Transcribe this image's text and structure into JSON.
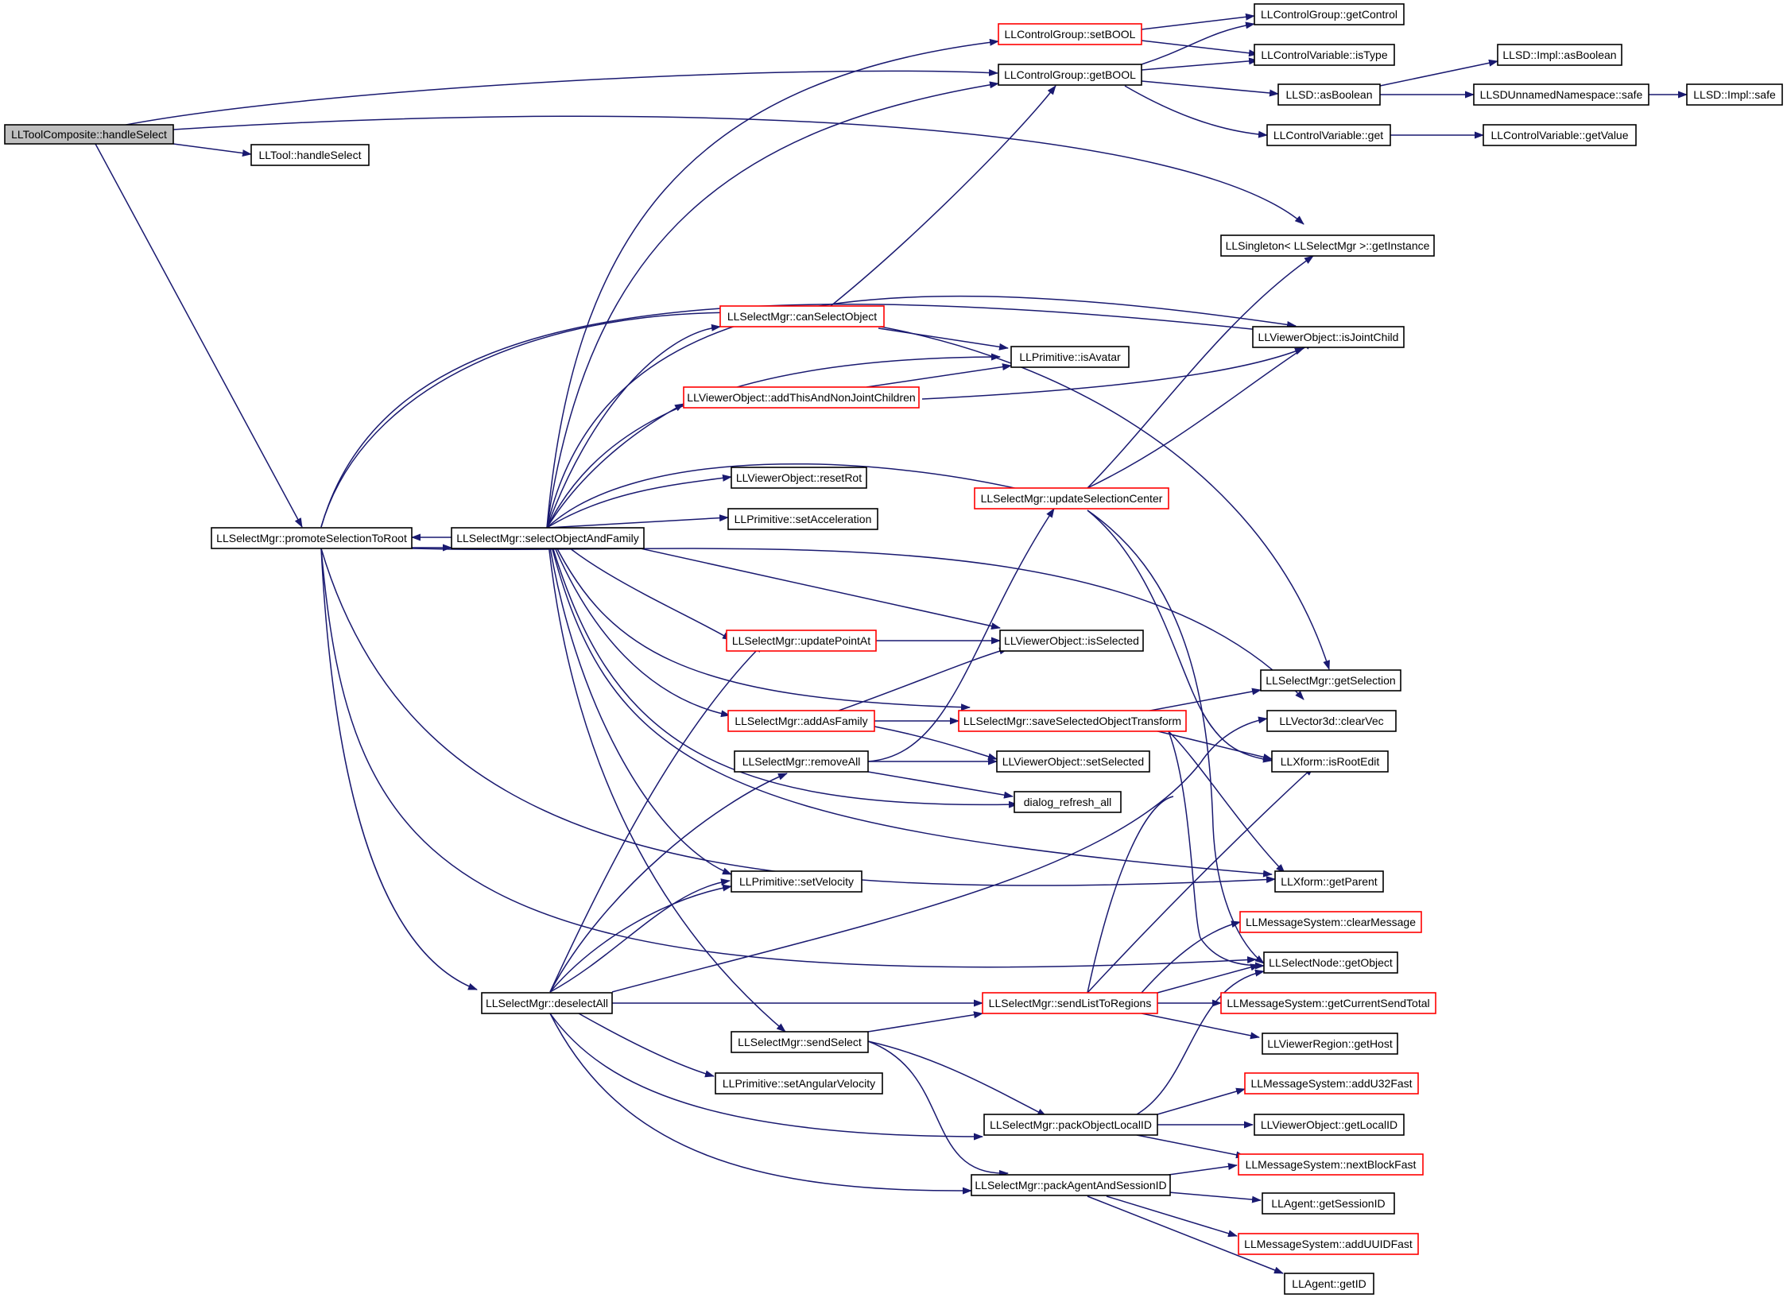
{
  "graph": {
    "edge_color": "#191970",
    "truncated_border_color": "#ff0000",
    "root_fill": "#bfbfbf",
    "nodes": [
      {
        "id": "root",
        "label": "LLToolComposite::handleSelect",
        "style": "root"
      },
      {
        "id": "tool_hs",
        "label": "LLTool::handleSelect",
        "style": "normal"
      },
      {
        "id": "cg_setbool",
        "label": "LLControlGroup::setBOOL",
        "style": "truncated"
      },
      {
        "id": "cg_getbool",
        "label": "LLControlGroup::getBOOL",
        "style": "normal"
      },
      {
        "id": "cg_getcontrol",
        "label": "LLControlGroup::getControl",
        "style": "normal"
      },
      {
        "id": "cv_istype",
        "label": "LLControlVariable::isType",
        "style": "normal"
      },
      {
        "id": "llsd_asbool",
        "label": "LLSD::asBoolean",
        "style": "normal"
      },
      {
        "id": "cv_get",
        "label": "LLControlVariable::get",
        "style": "normal"
      },
      {
        "id": "impl_asbool",
        "label": "LLSD::Impl::asBoolean",
        "style": "normal"
      },
      {
        "id": "unnamed_safe",
        "label": "LLSDUnnamedNamespace::safe",
        "style": "normal"
      },
      {
        "id": "impl_safe",
        "label": "LLSD::Impl::safe",
        "style": "normal"
      },
      {
        "id": "cv_getvalue",
        "label": "LLControlVariable::getValue",
        "style": "normal"
      },
      {
        "id": "singleton",
        "label": "LLSingleton< LLSelectMgr >::getInstance",
        "style": "normal"
      },
      {
        "id": "vo_isjoint",
        "label": "LLViewerObject::isJointChild",
        "style": "normal"
      },
      {
        "id": "sm_canselect",
        "label": "LLSelectMgr::canSelectObject",
        "style": "truncated"
      },
      {
        "id": "prim_isavatar",
        "label": "LLPrimitive::isAvatar",
        "style": "normal"
      },
      {
        "id": "vo_addthis",
        "label": "LLViewerObject::addThisAndNonJointChildren",
        "style": "truncated"
      },
      {
        "id": "vo_resetrot",
        "label": "LLViewerObject::resetRot",
        "style": "normal"
      },
      {
        "id": "prim_setaccel",
        "label": "LLPrimitive::setAcceleration",
        "style": "normal"
      },
      {
        "id": "sm_updcenter",
        "label": "LLSelectMgr::updateSelectionCenter",
        "style": "truncated"
      },
      {
        "id": "sm_promote",
        "label": "LLSelectMgr::promoteSelectionToRoot",
        "style": "normal"
      },
      {
        "id": "sm_selfamily",
        "label": "LLSelectMgr::selectObjectAndFamily",
        "style": "normal"
      },
      {
        "id": "sm_updpoint",
        "label": "LLSelectMgr::updatePointAt",
        "style": "truncated"
      },
      {
        "id": "vo_isselected",
        "label": "LLViewerObject::isSelected",
        "style": "normal"
      },
      {
        "id": "sm_getsel",
        "label": "LLSelectMgr::getSelection",
        "style": "normal"
      },
      {
        "id": "sm_addfamily",
        "label": "LLSelectMgr::addAsFamily",
        "style": "truncated"
      },
      {
        "id": "sm_savexform",
        "label": "LLSelectMgr::saveSelectedObjectTransform",
        "style": "truncated"
      },
      {
        "id": "v3_clear",
        "label": "LLVector3d::clearVec",
        "style": "normal"
      },
      {
        "id": "sm_removeall",
        "label": "LLSelectMgr::removeAll",
        "style": "normal"
      },
      {
        "id": "vo_setselected",
        "label": "LLViewerObject::setSelected",
        "style": "normal"
      },
      {
        "id": "xf_isroot",
        "label": "LLXform::isRootEdit",
        "style": "normal"
      },
      {
        "id": "dlg_refresh",
        "label": "dialog_refresh_all",
        "style": "normal"
      },
      {
        "id": "prim_setvel",
        "label": "LLPrimitive::setVelocity",
        "style": "normal"
      },
      {
        "id": "xf_getparent",
        "label": "LLXform::getParent",
        "style": "normal"
      },
      {
        "id": "ms_clearmsg",
        "label": "LLMessageSystem::clearMessage",
        "style": "truncated"
      },
      {
        "id": "sn_getobj",
        "label": "LLSelectNode::getObject",
        "style": "normal"
      },
      {
        "id": "sm_deselect",
        "label": "LLSelectMgr::deselectAll",
        "style": "normal"
      },
      {
        "id": "sm_sendlist",
        "label": "LLSelectMgr::sendListToRegions",
        "style": "truncated"
      },
      {
        "id": "ms_cursend",
        "label": "LLMessageSystem::getCurrentSendTotal",
        "style": "truncated"
      },
      {
        "id": "sm_sendselect",
        "label": "LLSelectMgr::sendSelect",
        "style": "normal"
      },
      {
        "id": "vr_gethost",
        "label": "LLViewerRegion::getHost",
        "style": "normal"
      },
      {
        "id": "prim_setangvel",
        "label": "LLPrimitive::setAngularVelocity",
        "style": "normal"
      },
      {
        "id": "ms_addu32",
        "label": "LLMessageSystem::addU32Fast",
        "style": "truncated"
      },
      {
        "id": "sm_packlocal",
        "label": "LLSelectMgr::packObjectLocalID",
        "style": "normal"
      },
      {
        "id": "vo_getlocal",
        "label": "LLViewerObject::getLocalID",
        "style": "normal"
      },
      {
        "id": "ms_nextblock",
        "label": "LLMessageSystem::nextBlockFast",
        "style": "truncated"
      },
      {
        "id": "sm_packagent",
        "label": "LLSelectMgr::packAgentAndSessionID",
        "style": "normal"
      },
      {
        "id": "ag_session",
        "label": "LLAgent::getSessionID",
        "style": "normal"
      },
      {
        "id": "ms_adduuid",
        "label": "LLMessageSystem::addUUIDFast",
        "style": "truncated"
      },
      {
        "id": "ag_getid",
        "label": "LLAgent::getID",
        "style": "normal"
      }
    ]
  }
}
